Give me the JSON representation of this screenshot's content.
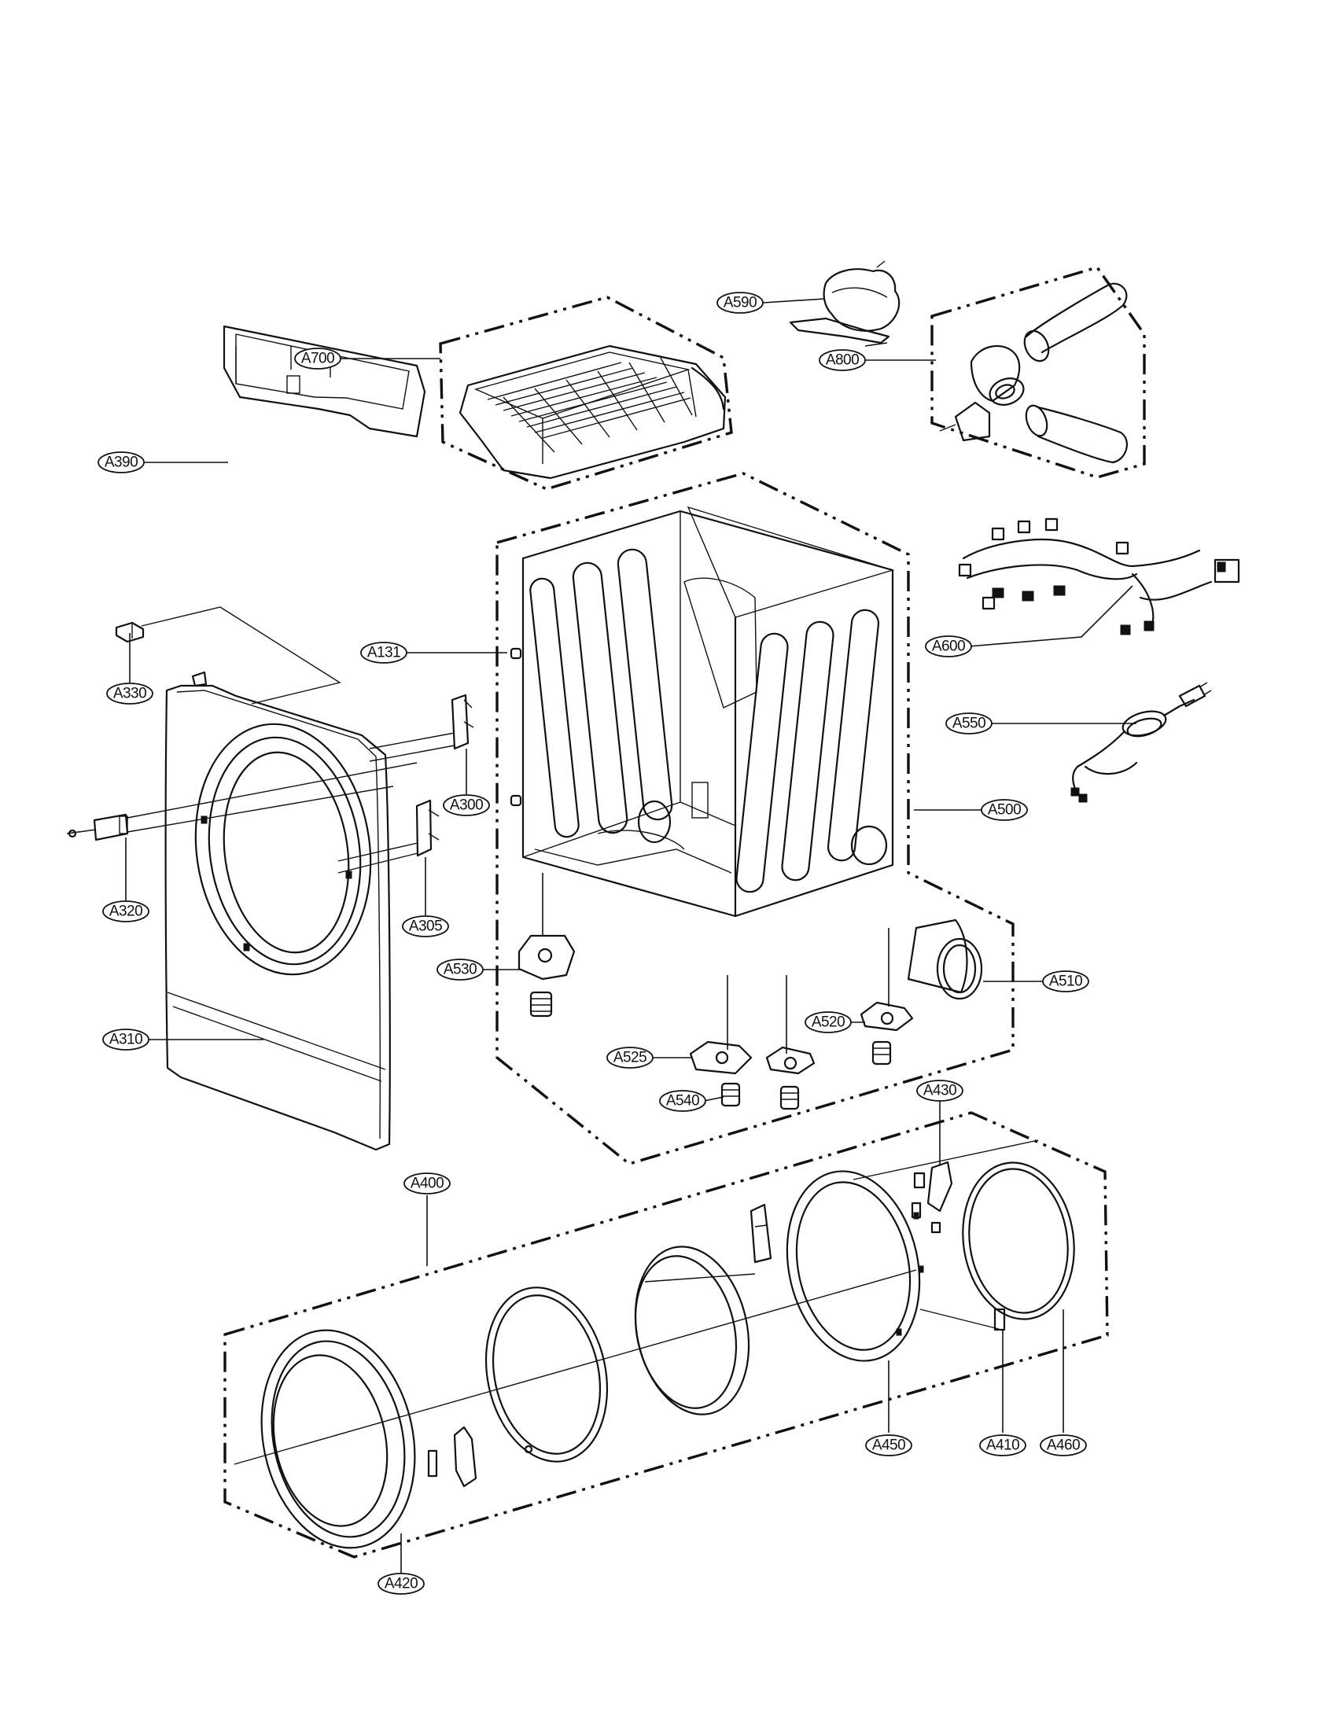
{
  "callouts": {
    "A590": "A590",
    "A700": "A700",
    "A800": "A800",
    "A390": "A390",
    "A131": "A131",
    "A600": "A600",
    "A330": "A330",
    "A550": "A550",
    "A300": "A300",
    "A500": "A500",
    "A320": "A320",
    "A305": "A305",
    "A530": "A530",
    "A510": "A510",
    "A310": "A310",
    "A520": "A520",
    "A525": "A525",
    "A540": "A540",
    "A430": "A430",
    "A400": "A400",
    "A450": "A450",
    "A410": "A410",
    "A460": "A460",
    "A420": "A420"
  }
}
